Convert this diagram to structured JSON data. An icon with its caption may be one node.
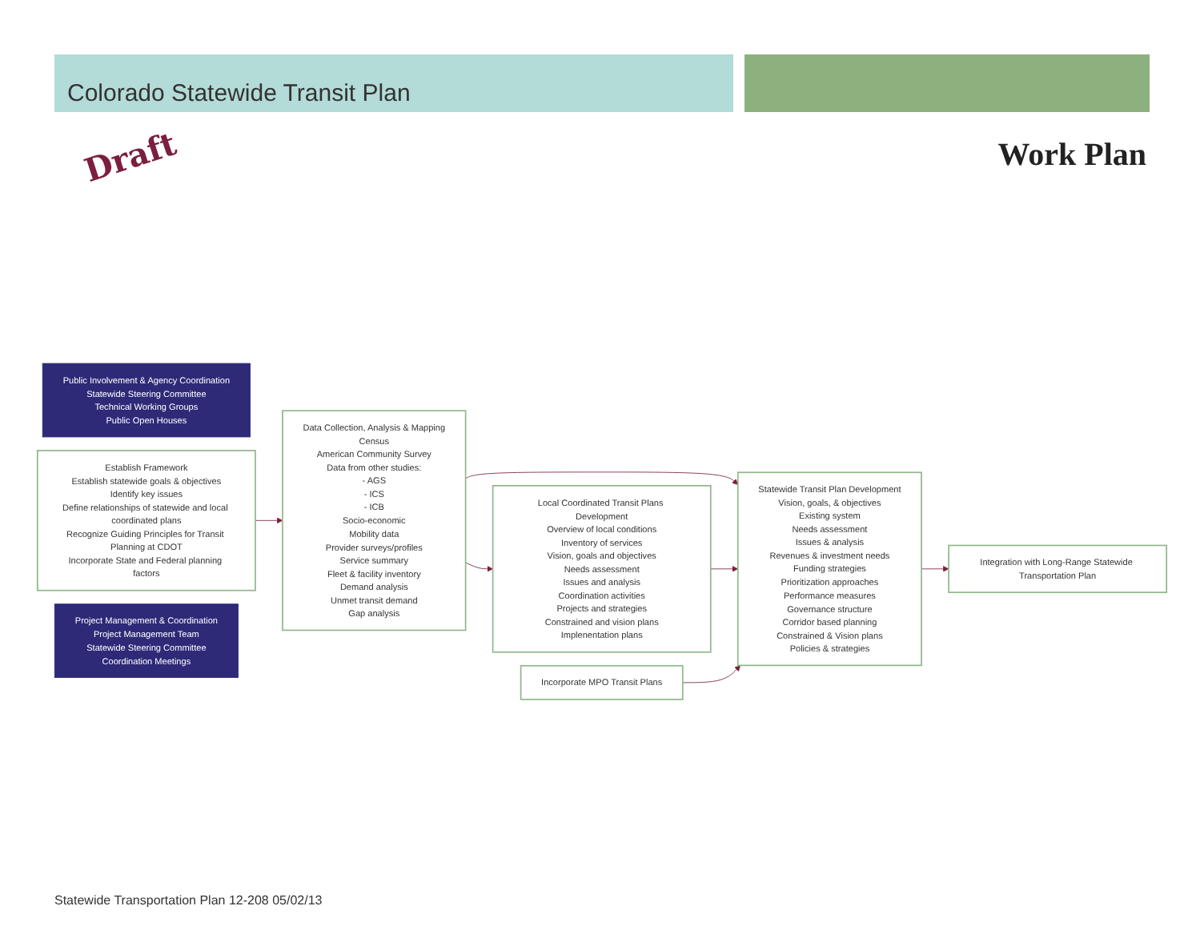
{
  "diagram": {
    "title": "Colorado Statewide Transit Plan",
    "nodes": [
      {
        "text": [
          "Public Involvement & Agency Coordination",
          "Statewide Steering Committee",
          "Technical Working Groups",
          "Public Open Houses"
        ]
      },
      {
        "text": [
          "Establish Framework",
          "Establish statewide goals & objectives",
          "Identify key issues",
          "Define relationships of statewide and local coordinated plans",
          "Recognize Guiding Principles for Transit Planning at CDOT",
          "Incorporate State and Federal planning factors"
        ]
      },
      {
        "text": [
          "Data Collection, Analysis & Mapping",
          "Census",
          "American Community Survey",
          "Data from other studies:",
          "- AGS",
          "- ICS",
          "- ICB",
          "Socio-economic",
          "Mobility data",
          "Provider surveys/profiles",
          "Service summary",
          "Fleet & facility inventory",
          "Demand analysis",
          "Unmet transit demand",
          "Gap analysis"
        ]
      },
      {
        "text": [
          "Statewide Transit Plan Development",
          "Vision, goals, & objectives",
          "Existing system",
          "Needs assessment",
          "Issues & analysis",
          "Revenues & investment needs",
          "Funding strategies",
          "Prioritization approaches",
          "Performance measures",
          "Governance structure",
          "Corridor based planning",
          "Constrained & Vision plans",
          "Policies & strategies"
        ]
      },
      {
        "text": [
          "Local Coordinated Transit Plans Development",
          "Overview of local conditions",
          "Inventory of services",
          "Vision, goals and objectives",
          "Needs assessment",
          "Issues and analysis",
          "Coordination activities",
          "Projects and strategies",
          "Constrained and vision plans",
          "Implenentation plans"
        ]
      },
      {
        "text": [
          "Incorporate MPO Transit Plans"
        ]
      },
      {
        "text": [
          "Integration with Long-Range Statewide Transportation Plan"
        ]
      },
      {
        "text": [
          "Project Management & Coordination",
          "Project Management Team",
          "Statewide Steering Committee",
          "Coordination Meetings"
        ]
      }
    ],
    "edges": [
      {
        "from": 1,
        "to": 2,
        "arrow": "to"
      },
      {
        "from": 2,
        "to": 3,
        "arrow": "to"
      },
      {
        "from": 2,
        "to": 4,
        "arrow": "to"
      },
      {
        "from": 4,
        "to": 3,
        "arrow": "to"
      },
      {
        "from": 5,
        "to": 3,
        "arrow": "to"
      },
      {
        "from": 3,
        "to": 6,
        "arrow": "to"
      }
    ],
    "labels": [
      "Draft",
      "Work Plan",
      "Statewide Transportation Plan 12-208 05/02/13"
    ]
  }
}
